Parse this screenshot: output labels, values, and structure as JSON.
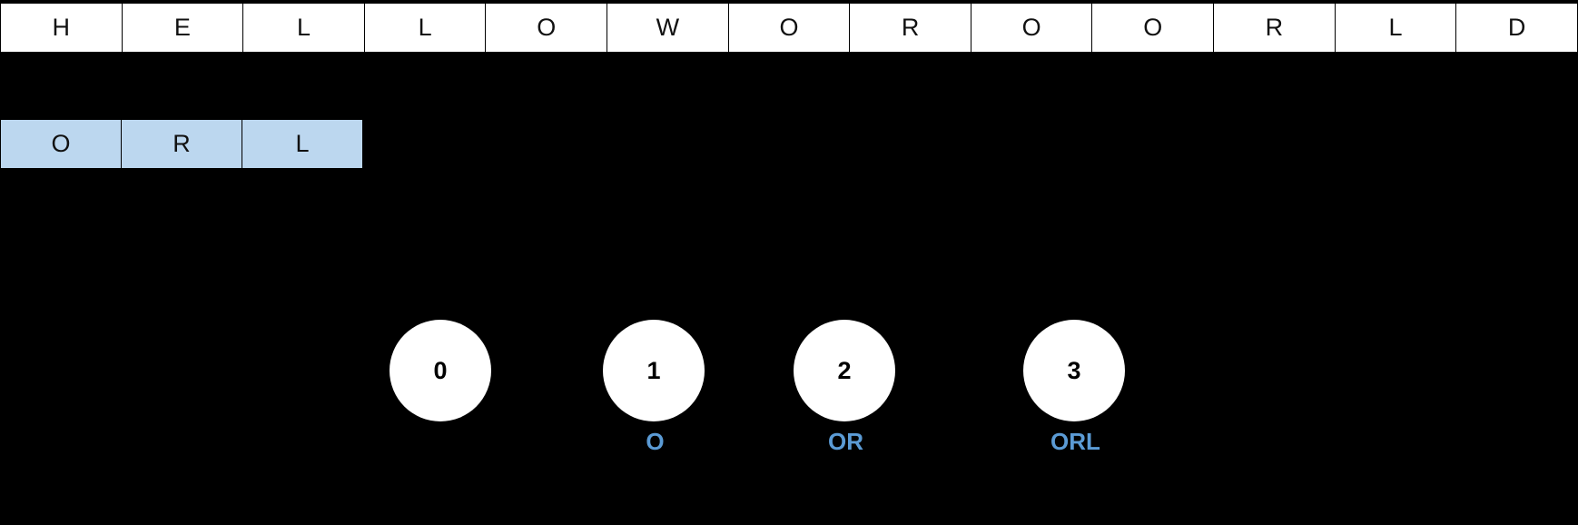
{
  "string_row": {
    "name": "text-cells",
    "cells": [
      "H",
      "E",
      "L",
      "L",
      "O",
      "W",
      "O",
      "R",
      "O",
      "O",
      "R",
      "L",
      "D"
    ]
  },
  "pattern_row": {
    "name": "pattern-cells",
    "cells": [
      "O",
      "R",
      "L"
    ],
    "highlight_color": "#bcd7ef"
  },
  "automaton": {
    "name": "state-machine",
    "accent_color": "#5b9bd5",
    "states": [
      {
        "id": "0",
        "label": ""
      },
      {
        "id": "1",
        "label": "O"
      },
      {
        "id": "2",
        "label": "OR"
      },
      {
        "id": "3",
        "label": "ORL"
      }
    ]
  },
  "background_color": "#000000"
}
